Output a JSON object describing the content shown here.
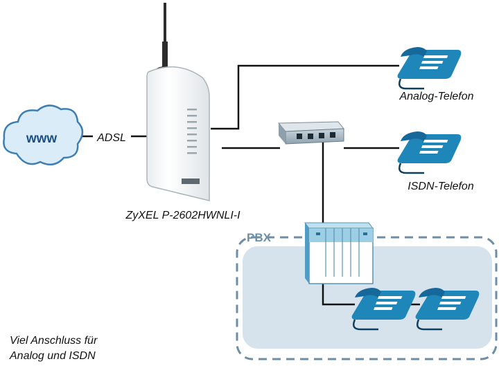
{
  "labels": {
    "cloud": "www",
    "adsl": "ADSL",
    "router": "ZyXEL P-2602HWNLI-I",
    "analog_phone": "Analog-Telefon",
    "isdn_phone": "ISDN-Telefon",
    "pbx": "PBX",
    "caption_line1": "Viel Anschluss für",
    "caption_line2": "Analog und ISDN"
  },
  "colors": {
    "cloud_fill": "#d9ecf8",
    "cloud_stroke": "#3e7fb3",
    "cloud_text": "#1c4f86",
    "phone": "#1e86b8",
    "pbx_box": "#9ccfe6",
    "pbx_fill": "#d6e3ec",
    "pbx_dash": "#6d8ea6",
    "pbx_label": "#6d8ea6",
    "line": "#111111"
  },
  "icons": {
    "cloud": "cloud-icon",
    "router": "router-icon",
    "switch": "switch-icon",
    "pbx_device": "pbx-device-icon",
    "phone": "telephone-icon"
  }
}
